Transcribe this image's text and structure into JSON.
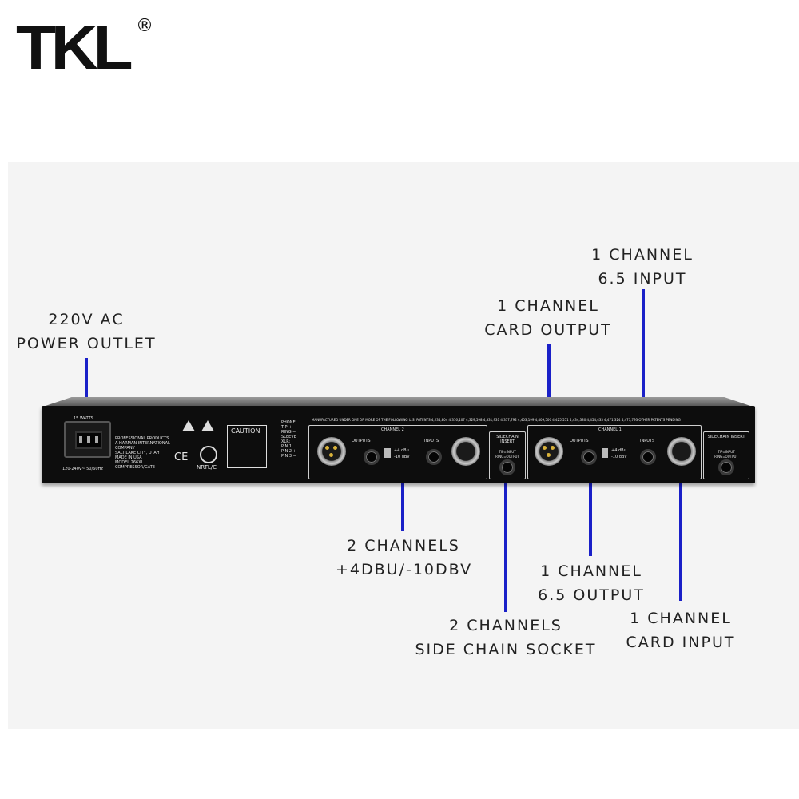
{
  "brand": {
    "logo_text": "TKL",
    "registered": "®"
  },
  "labels": {
    "power": {
      "line1": "220V AC",
      "line2": "POWER OUTLET"
    },
    "ch1_input": {
      "line1": "1 CHANNEL",
      "line2": "6.5 INPUT"
    },
    "ch1_card_output": {
      "line1": "1 CHANNEL",
      "line2": "CARD OUTPUT"
    },
    "level": {
      "line1": "2 CHANNELS",
      "line2": "+4DBU/-10DBV"
    },
    "ch1_output": {
      "line1": "1 CHANNEL",
      "line2": "6.5 OUTPUT"
    },
    "sidechain": {
      "line1": "2 CHANNELS",
      "line2": "SIDE CHAIN SOCKET"
    },
    "ch1_card_input": {
      "line1": "1 CHANNEL",
      "line2": "CARD INPUT"
    }
  },
  "device": {
    "watts": "15 WATTS",
    "voltage": "120-240V~ 50/60Hz",
    "company": [
      "PROFESSIONAL PRODUCTS",
      "A HARMAN INTERNATIONAL",
      "COMPANY",
      "SALT LAKE CITY, UTAH",
      "MADE IN USA",
      "MODEL 266XL",
      "COMPRESSOR/GATE"
    ],
    "caution": "CAUTION",
    "ce_mark": "CE",
    "nrtl": "NRTL/C",
    "phone_legend": [
      "PHONE:",
      "TIP +",
      "RING −",
      "SLEEVE",
      "XLR:",
      "PIN 1",
      "PIN 2 +",
      "PIN 3 −"
    ],
    "patents": "MANUFACTURED UNDER ONE OR MORE OF THE FOLLOWING U.S. PATENTS 4,234,804 4,316,107 4,329,598 4,331,931 4,377,792 4,403,199 4,409,500 4,425,551 4,434,380 4,454,433 4,471,324 4,473,793 OTHER PATENTS PENDING",
    "channel2": "CHANNEL 2",
    "channel1": "CHANNEL 1",
    "outputs": "OUTPUTS",
    "inputs": "INPUTS",
    "level_plus": "+4 dBu",
    "level_minus": "-10 dBV",
    "sidechain_insert": "SIDECHAIN INSERT",
    "tip_ring": "TIP=INPUT RING=OUTPUT"
  }
}
